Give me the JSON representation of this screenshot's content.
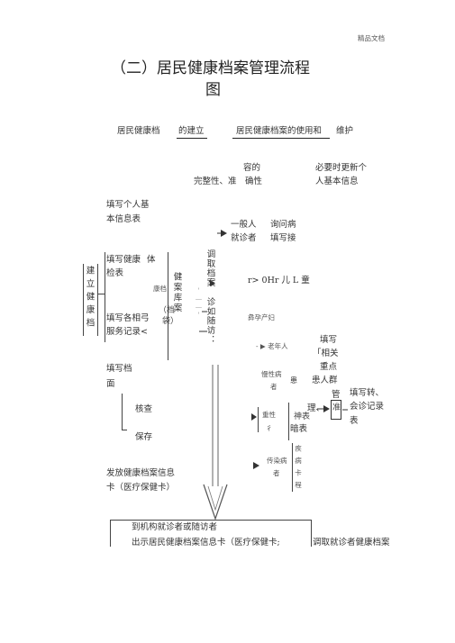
{
  "header_tag": "精品文档",
  "title": {
    "line1": "（二）居民健康档案管理流程",
    "line2": "图"
  },
  "sections": {
    "left": "居民健康档",
    "middle": "的建立",
    "right": "居民健康档案的使用和",
    "right2": "维护"
  },
  "top_notes": {
    "a1": "容的",
    "a2": "完整性、准",
    "a3": "确性",
    "b1": "必要时更新个",
    "b2": "人基本信息"
  },
  "left_flow": {
    "step1_a": "填写个人基",
    "step1_b": "本信息表",
    "step2_a": "填写健康",
    "step2_b": "体",
    "step2_c": "检表",
    "side_label": "建立健康档",
    "kangxing": "康档",
    "step3_a": "填写各相弓",
    "step3_b": "服务记录<",
    "step4_a": "填写档",
    "step4_b": "面",
    "check": "核查",
    "save": "保存",
    "issue_a": "发放健康档案信息",
    "issue_b": "卡（医疗保健卡）"
  },
  "archive": {
    "col1": "健案库案",
    "col1_b": "（档",
    "col1_c": "袋）",
    "col2": "调取档案",
    "col2_b": "诊如随访：",
    "marks": "'——'"
  },
  "middle_flow": {
    "general_a": "一般人",
    "general_b": "就诊者",
    "ask_a": "询问病",
    "ask_b": "填写接",
    "kids": "r> 0Hr 儿  L 童",
    "pregnant": "彝孕产妇",
    "elderly": "- ▶ 老年人",
    "chronic_a": "慢性病",
    "chronic_b": "者",
    "severe_a": "重性",
    "severe_b": "彳",
    "infect_a": "传染病",
    "infect_b": "者"
  },
  "right_flow": {
    "fill_a": "填写",
    "fill_b": "「相关",
    "fill_c": "重点",
    "fill_d": "患人群",
    "fill_e": "管",
    "fill_f": "理、",
    "fill_g": "神表",
    "fill_h": "暗表",
    "infect_col": "疾病卡程",
    "referral_a": "填写转、",
    "referral_b": "会诊记录",
    "referral_c": "表",
    "small_box": "准"
  },
  "bottom": {
    "line1": "到机构就诊者或随访者",
    "line2": "出示居民健康档案信息卡（医疗保健卡;",
    "line3": "调取就诊者健康档案"
  }
}
